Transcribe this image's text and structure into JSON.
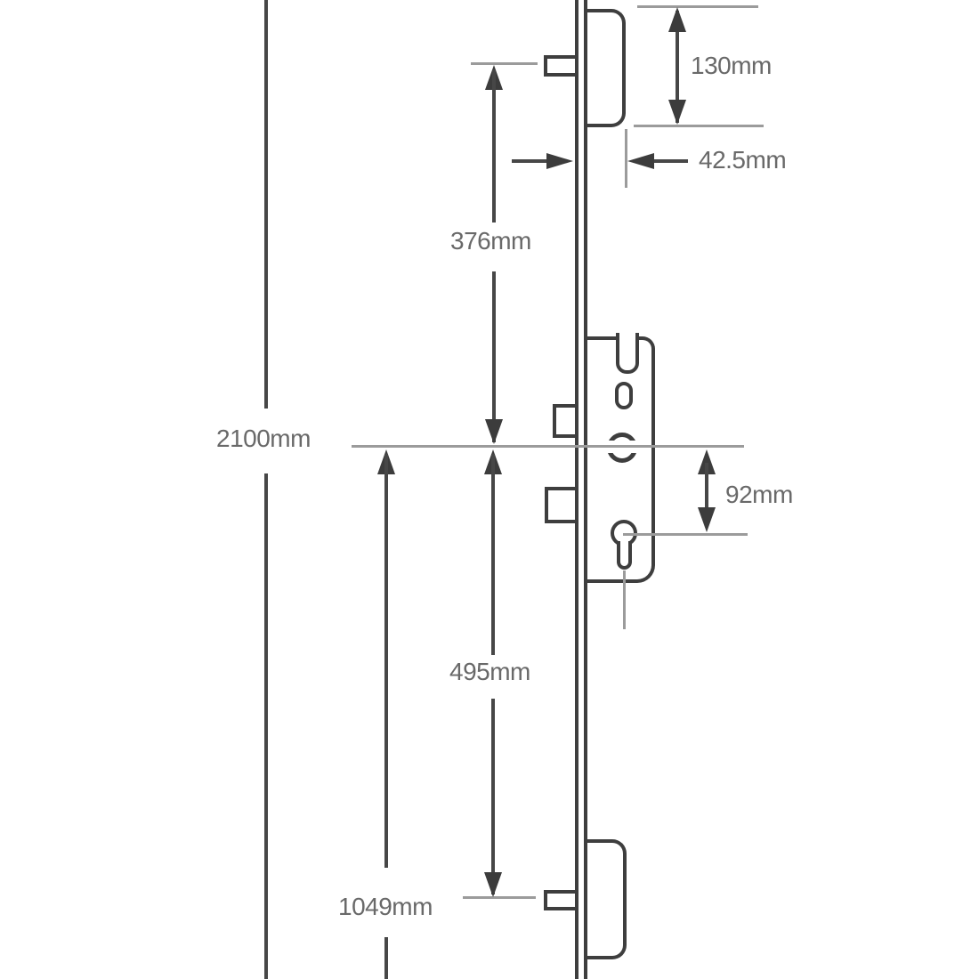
{
  "diagram": {
    "type": "technical-dimension-drawing",
    "subject": "multipoint-door-lock-side-elevation",
    "unit": "mm",
    "labels": {
      "overall_height": "2100mm",
      "top_keeper_height": "130mm",
      "backset": "42.5mm",
      "top_bolt_to_spindle": "376mm",
      "spindle_to_cylinder": "92mm",
      "spindle_to_bottom_bolt": "495mm",
      "spindle_to_bottom": "1049mm"
    },
    "colors": {
      "part_outline": "#3e3e3e",
      "dimension_line": "#474747",
      "reference_line": "#9b9b9b",
      "label_text": "#696969",
      "background": "#ffffff"
    }
  }
}
